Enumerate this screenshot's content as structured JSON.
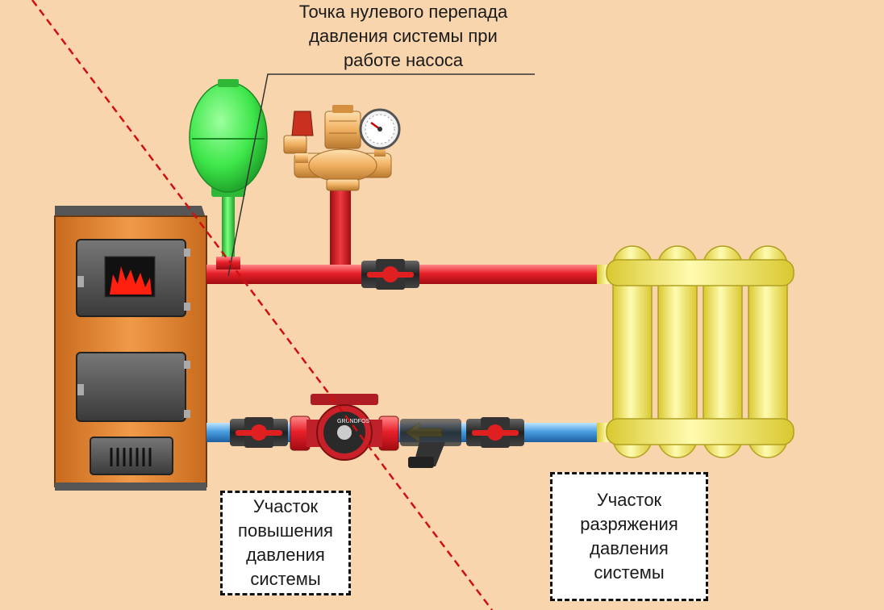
{
  "callout": {
    "lines": [
      "Точка нулевого перепада",
      "давления системы при",
      "работе насоса"
    ]
  },
  "zone_boost": {
    "lines": [
      "Участок",
      "повышения",
      "давления",
      "системы"
    ]
  },
  "zone_drop": {
    "lines": [
      "Участок",
      "разряжения",
      "давления",
      "системы"
    ]
  },
  "pump": {
    "brand": "GRUNDFOS"
  },
  "colors": {
    "background": "#f8d5ad",
    "hot_pipe": "#e8202a",
    "cold_pipe": "#4a9fe0",
    "boiler": "#e98a34",
    "radiator": "#f5f07a",
    "expansion_tank": "#3ee64a",
    "brass": "#f0b060",
    "divider": "#d01010"
  },
  "icons": [
    "expansion-tank-icon",
    "safety-valve-icon",
    "air-vent-icon",
    "pressure-gauge-icon",
    "ball-valve-icon",
    "circulation-pump-icon",
    "strainer-icon",
    "flow-arrow-icon",
    "flame-icon"
  ]
}
